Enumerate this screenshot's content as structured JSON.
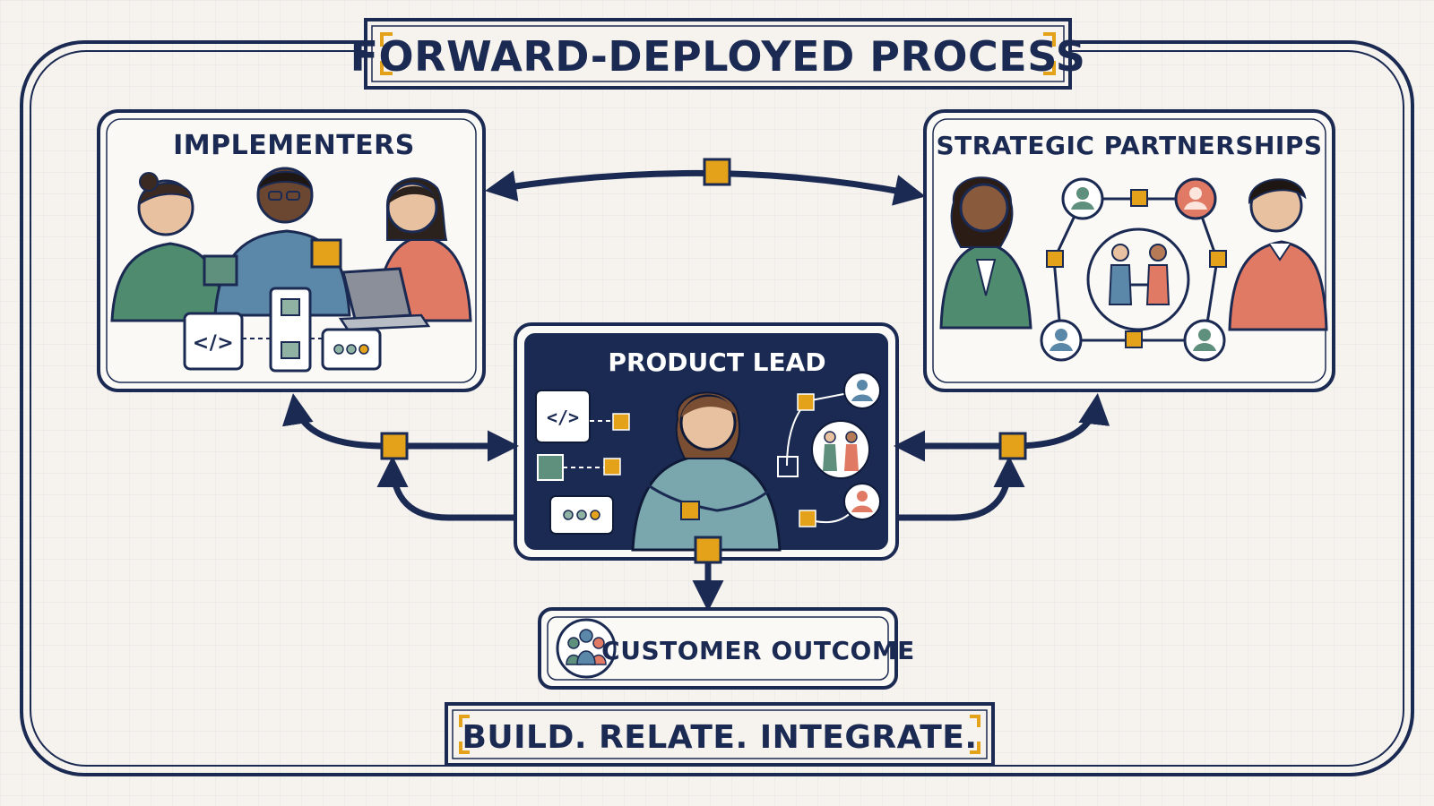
{
  "title": "FORWARD-DEPLOYED PROCESS",
  "tagline": "BUILD. RELATE. INTEGRATE.",
  "nodes": {
    "implementers": {
      "label": "IMPLEMENTERS"
    },
    "partnerships": {
      "label": "STRATEGIC PARTNERSHIPS"
    },
    "product_lead": {
      "label": "PRODUCT LEAD"
    },
    "outcome": {
      "label": "CUSTOMER OUTCOME"
    }
  },
  "code_symbol": "</>",
  "colors": {
    "navy": "#1b2a52",
    "gold": "#e3a21a",
    "paper": "#f6f3ee",
    "green": "#4f8b6e",
    "coral": "#e07a64",
    "teal_shirt": "#7aa7ad",
    "blue_shirt": "#5b87a8"
  },
  "icons": [
    "code-icon",
    "dots-icon",
    "people-group-icon",
    "handshake-icon",
    "person-avatar-icon",
    "laptop-icon",
    "connector-square-icon"
  ]
}
